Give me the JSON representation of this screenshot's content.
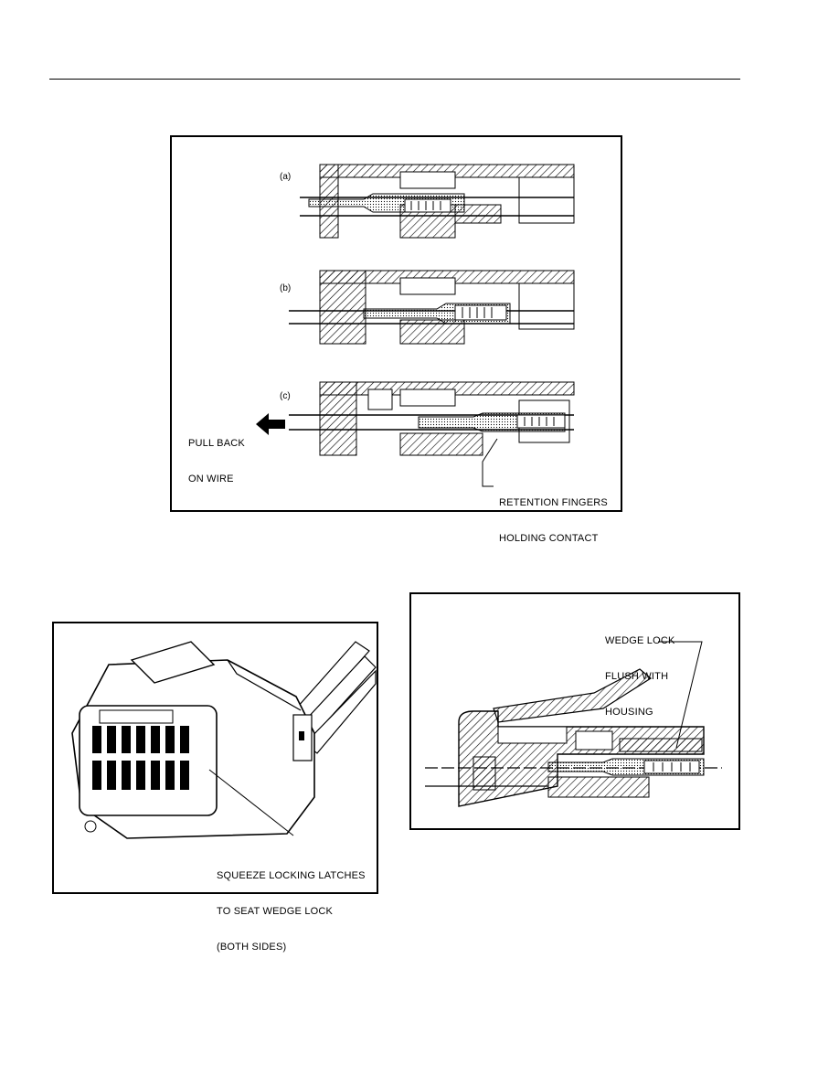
{
  "figure_top": {
    "step_a": "(a)",
    "step_b": "(b)",
    "step_c": "(c)",
    "pull_line1": "PULL BACK",
    "pull_line2": "ON WIRE",
    "retention_line1": "RETENTION FINGERS",
    "retention_line2": "HOLDING CONTACT"
  },
  "figure_left": {
    "caption_line1": "SQUEEZE LOCKING LATCHES",
    "caption_line2": "TO SEAT WEDGE LOCK",
    "caption_line3": "(BOTH SIDES)"
  },
  "figure_right": {
    "caption_line1": "WEDGE LOCK",
    "caption_line2": "FLUSH WITH",
    "caption_line3": "HOUSING"
  }
}
